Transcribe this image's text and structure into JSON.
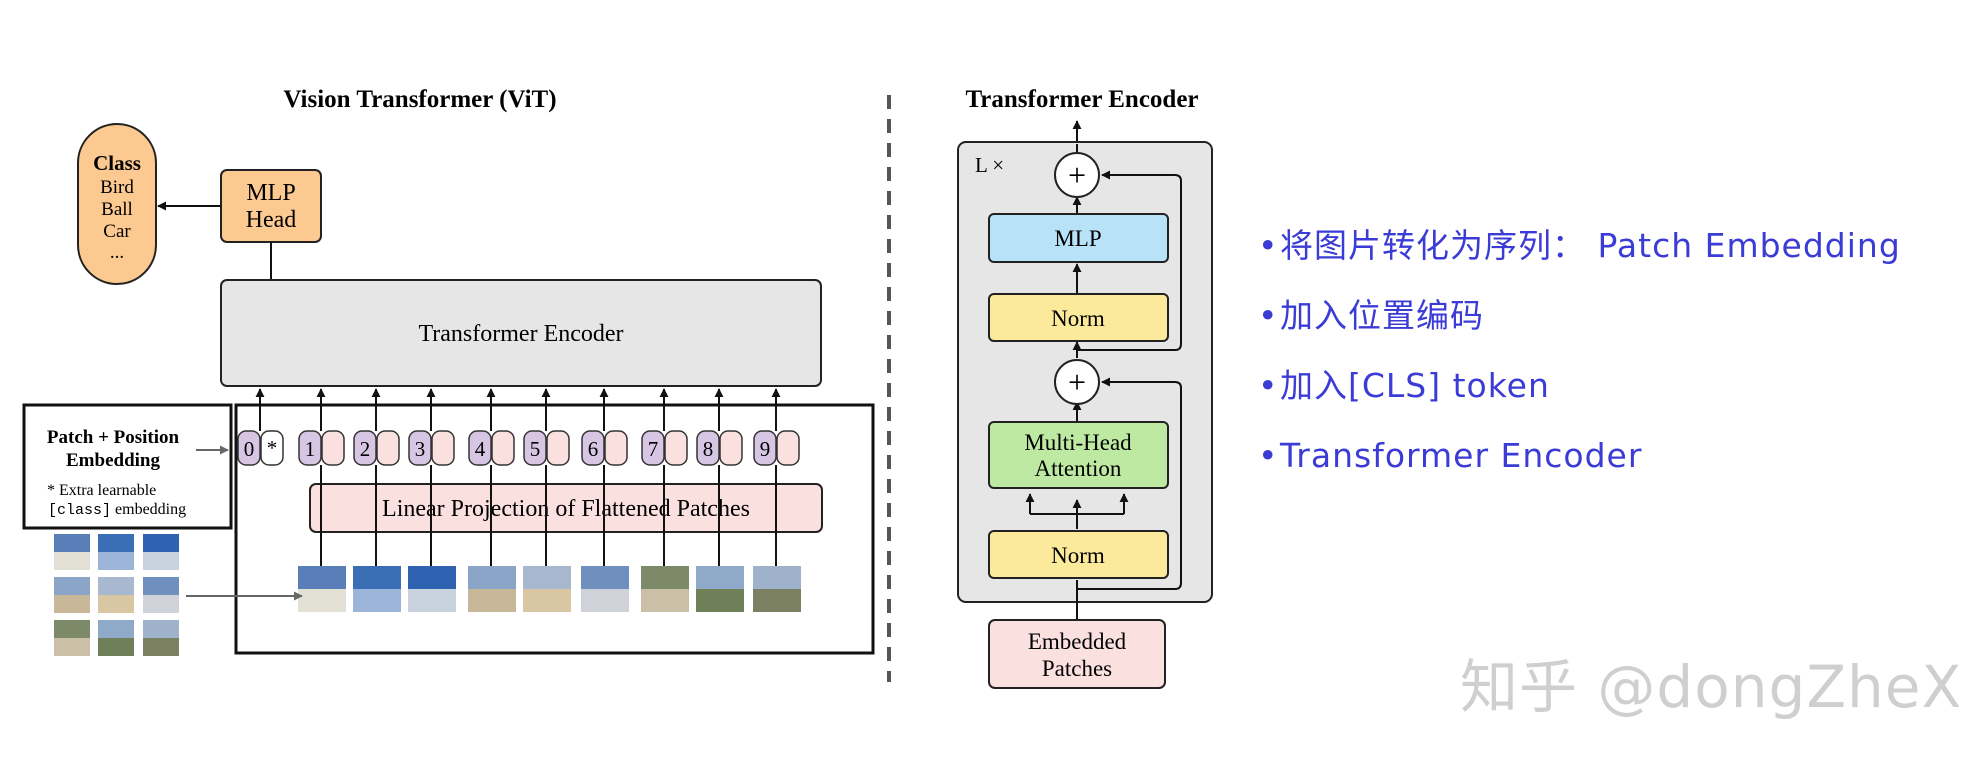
{
  "vit": {
    "title": "Vision Transformer (ViT)",
    "class_box": {
      "title": "Class",
      "items": [
        "Bird",
        "Ball",
        "Car",
        "..."
      ]
    },
    "mlp_head": [
      "MLP",
      "Head"
    ],
    "transformer_encoder": "Transformer Encoder",
    "embedding_legend": {
      "title_lines": [
        "Patch + Position",
        "Embedding"
      ],
      "note_line1": "* Extra learnable",
      "note_code": "[class]",
      "note_tail": " embedding"
    },
    "tokens": [
      {
        "pos": "0",
        "emb": "*"
      },
      {
        "pos": "1",
        "emb": ""
      },
      {
        "pos": "2",
        "emb": ""
      },
      {
        "pos": "3",
        "emb": ""
      },
      {
        "pos": "4",
        "emb": ""
      },
      {
        "pos": "5",
        "emb": ""
      },
      {
        "pos": "6",
        "emb": ""
      },
      {
        "pos": "7",
        "emb": ""
      },
      {
        "pos": "8",
        "emb": ""
      },
      {
        "pos": "9",
        "emb": ""
      }
    ],
    "linear_projection": "Linear Projection of Flattened Patches"
  },
  "encoder": {
    "title": "Transformer Encoder",
    "repeat": "L ×",
    "plus": "+",
    "mlp": "MLP",
    "norm": "Norm",
    "attention": [
      "Multi-Head",
      "Attention"
    ],
    "embedded_patches": [
      "Embedded",
      "Patches"
    ]
  },
  "bullets": [
    "将图片转化为序列： Patch Embedding",
    "加入位置编码",
    "加入[CLS] token",
    "Transformer Encoder"
  ],
  "watermark": "知乎 @dongZheX",
  "colors": {
    "class_orange": "#fcc990",
    "token_purple": "#d6c6e4",
    "token_pink": "#fbe0e0",
    "encoder_gray": "#e6e6e6",
    "mlp_blue": "#b8e2f7",
    "norm_yellow": "#fcea9c",
    "attention_green": "#bee9a2",
    "bullet_blue": "#3b3bd6"
  }
}
